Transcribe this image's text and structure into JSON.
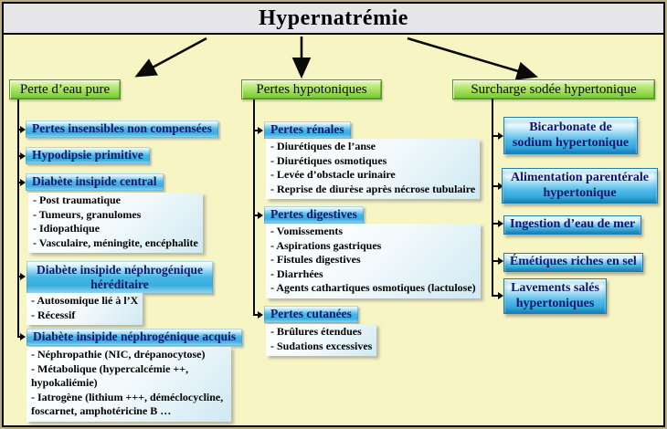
{
  "title": "Hypernatrémie",
  "colors": {
    "background": "#f8f5c5",
    "title_bar": "#e6e6e8",
    "category_green": "#8fd24a",
    "node_blue": "#3aafe0",
    "panel_blue": "#e8f5fa",
    "text_navy": "#13186e",
    "connector_black": "#0a0a0a"
  },
  "branches": [
    {
      "name": "Perte d’eau pure",
      "nodes": [
        {
          "label": "Pertes insensibles non compensées"
        },
        {
          "label": "Hypodipsie primitive"
        },
        {
          "label": "Diabète insipide central",
          "details": [
            "- Post traumatique",
            "- Tumeurs, granulomes",
            "- Idiopathique",
            "- Vasculaire, méningite, encéphalite"
          ]
        },
        {
          "label": "Diabète insipide néphrogénique héréditaire",
          "details": [
            "- Autosomique lié à l’X",
            "- Récessif"
          ]
        },
        {
          "label": "Diabète insipide néphrogénique acquis",
          "details": [
            "- Néphropathie (NIC, drépanocytose)",
            "- Métabolique (hypercalcémie ++, hypokaliémie)",
            "- Iatrogène (lithium +++, déméclocycline, foscarnet, amphotéricine B …"
          ]
        }
      ]
    },
    {
      "name": "Pertes hypotoniques",
      "nodes": [
        {
          "label": "Pertes rénales",
          "details": [
            "- Diurétiques de l’anse",
            "- Diurétiques osmotiques",
            "- Levée d’obstacle urinaire",
            "- Reprise de diurèse après nécrose tubulaire"
          ]
        },
        {
          "label": "Pertes digestives",
          "details": [
            "- Vomissements",
            "- Aspirations gastriques",
            "- Fistules digestives",
            "- Diarrhées",
            "- Agents cathartiques osmotiques (lactulose)"
          ]
        },
        {
          "label": "Pertes cutanées",
          "details": [
            "- Brûlures étendues",
            "- Sudations excessives"
          ]
        }
      ]
    },
    {
      "name": "Surcharge sodée hypertonique",
      "nodes": [
        {
          "label": "Bicarbonate de sodium hypertonique"
        },
        {
          "label": "Alimentation parentérale hypertonique"
        },
        {
          "label": "Ingestion d’eau de mer"
        },
        {
          "label": "Émétiques riches en sel"
        },
        {
          "label": "Lavements salés hypertoniques"
        }
      ]
    }
  ]
}
